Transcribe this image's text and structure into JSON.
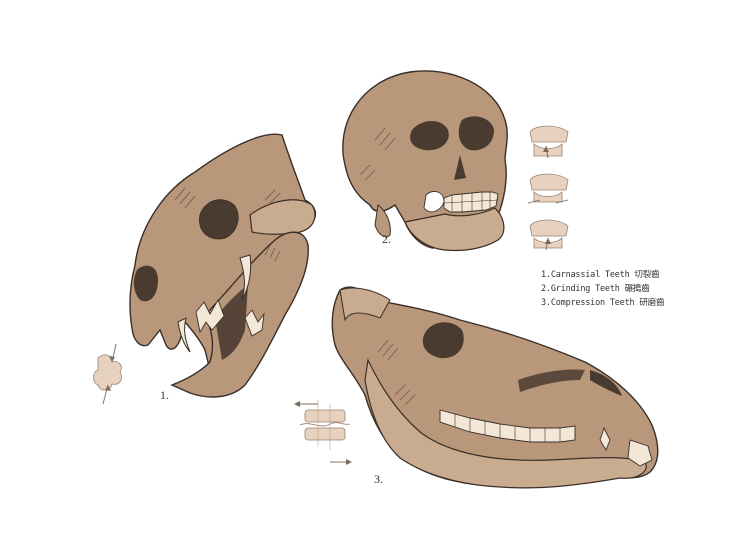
{
  "figure": {
    "labels": {
      "cat": "1.",
      "human": "2.",
      "horse": "3."
    },
    "legend": [
      "1.Carnassial Teeth 切裂齒",
      "2.Grinding Teeth 碾搗齒",
      "3.Compression Teeth 研磨齒"
    ],
    "colors": {
      "bone": "#b8977a",
      "bone_light": "#c9ab8f",
      "outline": "#3a2f28",
      "shadow": "#4a3b30",
      "teeth": "#f3e8d8",
      "arrow": "#7a6a5e"
    }
  }
}
